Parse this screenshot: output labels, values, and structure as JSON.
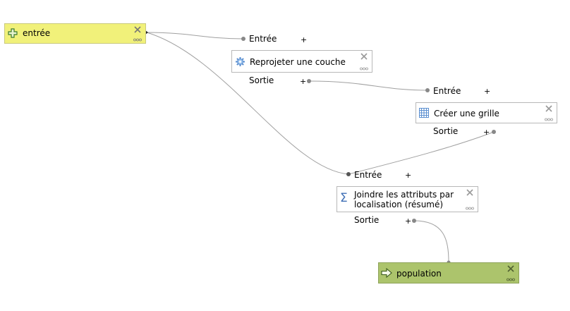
{
  "nodes": {
    "entree": {
      "label": "entrée",
      "icon": "plus-cross-icon"
    },
    "reprojeter": {
      "label": "Reprojeter une couche",
      "icon": "gear-icon",
      "in_label": "Entrée",
      "out_label": "Sortie"
    },
    "grille": {
      "label": "Créer une grille",
      "icon": "grid-icon",
      "in_label": "Entrée",
      "out_label": "Sortie"
    },
    "joindre": {
      "label": "Joindre les attributs par\nlocalisation (résumé)",
      "icon": "sigma-icon",
      "in_label": "Entrée",
      "out_label": "Sortie"
    },
    "population": {
      "label": "population",
      "icon": "arrow-right-icon"
    }
  },
  "colors": {
    "input_fill": "#f1f17a",
    "output_fill": "#acc46c",
    "algorithm_fill": "#ffffff",
    "connector": "#9a9a9a"
  },
  "symbols": {
    "plus": "+",
    "close": "×",
    "more": "∘∘∘",
    "sigma": "Σ"
  }
}
